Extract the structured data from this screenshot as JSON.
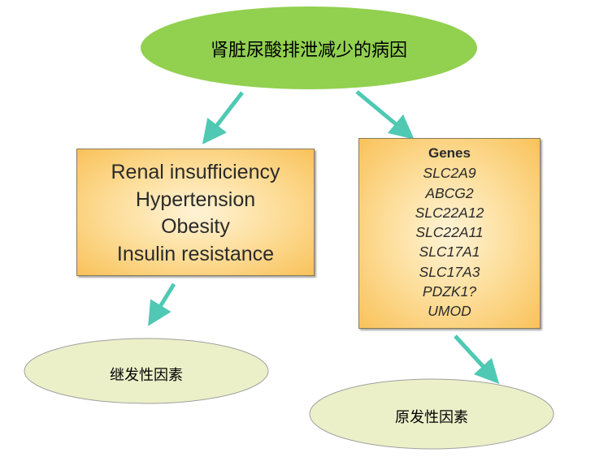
{
  "top_node": {
    "label": "肾脏尿酸排泄减少的病因",
    "color": "#92d050"
  },
  "secondary_factors_box": {
    "items": [
      "Renal insufficiency",
      "Hypertension",
      "Obesity",
      "Insulin resistance"
    ]
  },
  "genes_box": {
    "title": "Genes",
    "items": [
      "SLC2A9",
      "ABCG2",
      "SLC22A12",
      "SLC22A11",
      "SLC17A1",
      "SLC17A3",
      "PDZK1?",
      "UMOD"
    ]
  },
  "secondary_node": {
    "label": "继发性因素"
  },
  "primary_node": {
    "label": "原发性因素"
  },
  "colors": {
    "arrow": "#4fc9b3",
    "lower_ellipse": "#ebf0c8"
  }
}
